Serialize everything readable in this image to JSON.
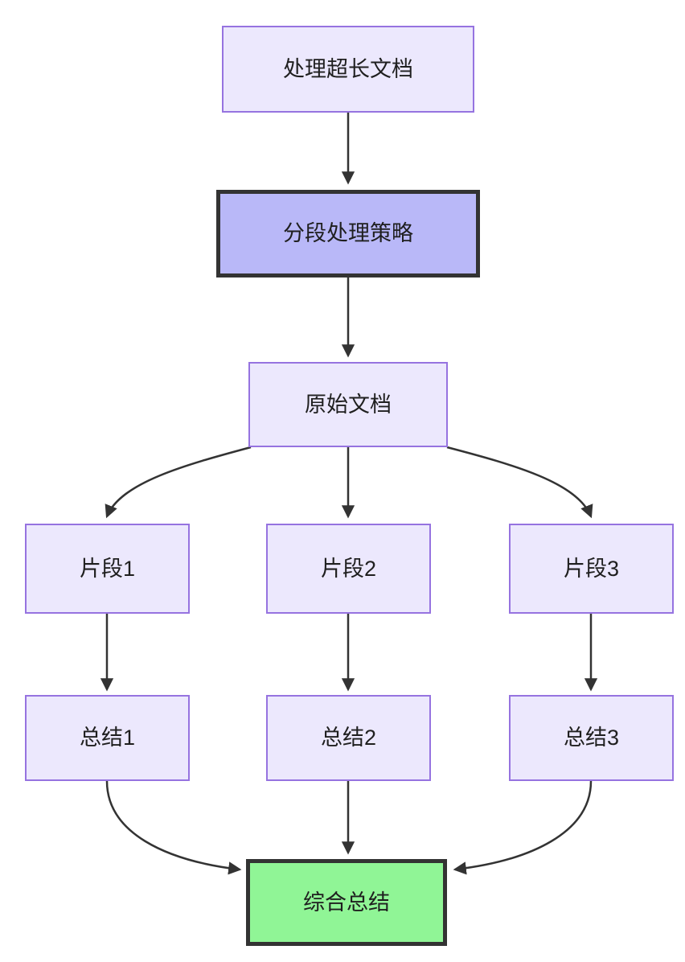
{
  "diagram": {
    "type": "flowchart",
    "direction": "top-to-bottom",
    "background_color": "#ffffff",
    "palette": {
      "node_fill": "#ece8fd",
      "node_border": "#9673e0",
      "highlight_fill": "#b9b8f8",
      "highlight_border": "#333333",
      "result_fill": "#90f596",
      "result_border": "#333333",
      "edge_color": "#333333",
      "text_color": "#1f1f1f"
    },
    "nodes": [
      {
        "id": "n1",
        "label": "处理超长文档",
        "style": "standard"
      },
      {
        "id": "n2",
        "label": "分段处理策略",
        "style": "highlight"
      },
      {
        "id": "n3",
        "label": "原始文档",
        "style": "standard"
      },
      {
        "id": "n4",
        "label": "片段1",
        "style": "standard"
      },
      {
        "id": "n5",
        "label": "片段2",
        "style": "standard"
      },
      {
        "id": "n6",
        "label": "片段3",
        "style": "standard"
      },
      {
        "id": "n7",
        "label": "总结1",
        "style": "standard"
      },
      {
        "id": "n8",
        "label": "总结2",
        "style": "standard"
      },
      {
        "id": "n9",
        "label": "总结3",
        "style": "standard"
      },
      {
        "id": "n10",
        "label": "综合总结",
        "style": "result"
      }
    ],
    "edges": [
      {
        "from": "n1",
        "to": "n2",
        "shape": "straight"
      },
      {
        "from": "n2",
        "to": "n3",
        "shape": "straight"
      },
      {
        "from": "n3",
        "to": "n4",
        "shape": "curved"
      },
      {
        "from": "n3",
        "to": "n5",
        "shape": "straight"
      },
      {
        "from": "n3",
        "to": "n6",
        "shape": "curved"
      },
      {
        "from": "n4",
        "to": "n7",
        "shape": "straight"
      },
      {
        "from": "n5",
        "to": "n8",
        "shape": "straight"
      },
      {
        "from": "n6",
        "to": "n9",
        "shape": "straight"
      },
      {
        "from": "n7",
        "to": "n10",
        "shape": "curved"
      },
      {
        "from": "n8",
        "to": "n10",
        "shape": "straight"
      },
      {
        "from": "n9",
        "to": "n10",
        "shape": "curved"
      }
    ]
  }
}
